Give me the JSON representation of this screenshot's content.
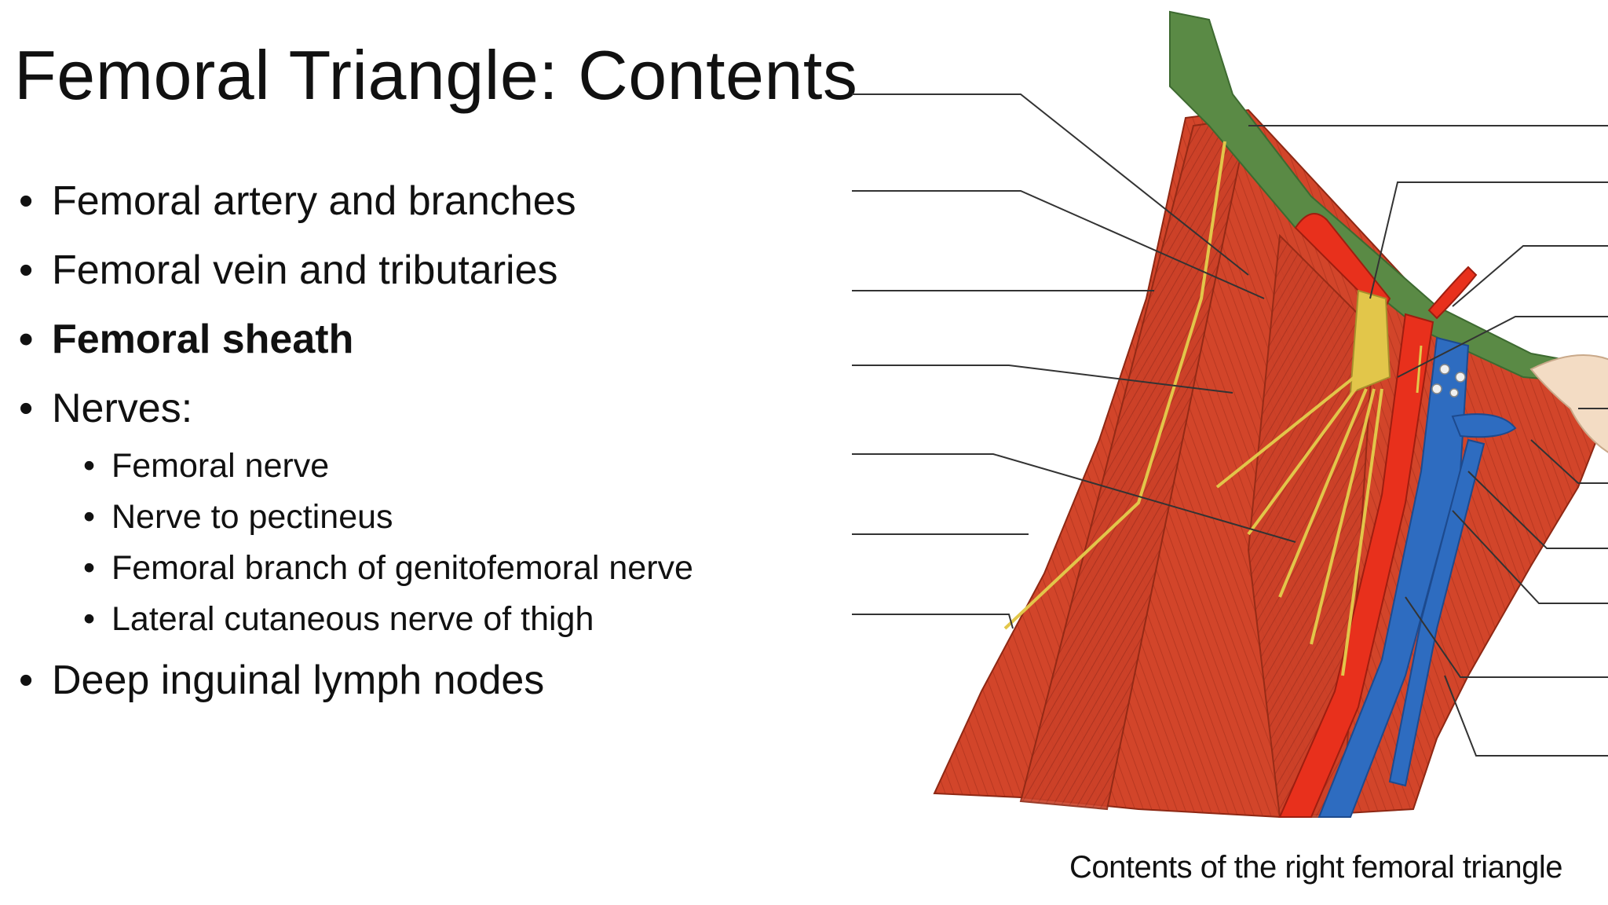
{
  "slide": {
    "title": "Femoral Triangle: Contents",
    "bullets": [
      {
        "text": "Femoral artery and branches",
        "bold": false
      },
      {
        "text": "Femoral vein and tributaries",
        "bold": false
      },
      {
        "text": "Femoral sheath",
        "bold": true
      },
      {
        "text": "Nerves:",
        "bold": false,
        "sub": [
          "Femoral nerve",
          "Nerve to pectineus",
          "Femoral branch of genitofemoral nerve",
          "Lateral cutaneous nerve of thigh"
        ]
      },
      {
        "text": "Deep inguinal lymph nodes",
        "bold": false
      }
    ]
  },
  "figure": {
    "caption": "Contents of the right femoral triangle",
    "colors": {
      "muscle": "#d2452a",
      "muscle_dark": "#a52e1a",
      "ligament": "#5a8a45",
      "artery": "#e8301c",
      "vein": "#2e6cc0",
      "nerve": "#e2c64a",
      "bone": "#f3dcc4",
      "leader_line": "#333333"
    }
  }
}
